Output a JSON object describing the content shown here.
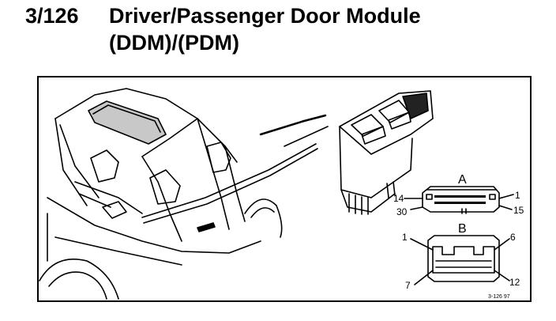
{
  "header": {
    "section_number": "3/126",
    "title_line1": "Driver/Passenger Door Module",
    "title_line2": "(DDM)/(PDM)"
  },
  "connector_a": {
    "letter": "A",
    "pin_top_left": "14",
    "pin_top_right": "1",
    "pin_bottom_left": "30",
    "pin_bottom_right": "15"
  },
  "connector_b": {
    "letter": "B",
    "pin_top_left": "1",
    "pin_top_right": "6",
    "pin_bottom_left": "7",
    "pin_bottom_right": "12"
  },
  "figure_ref": "3-126 97"
}
